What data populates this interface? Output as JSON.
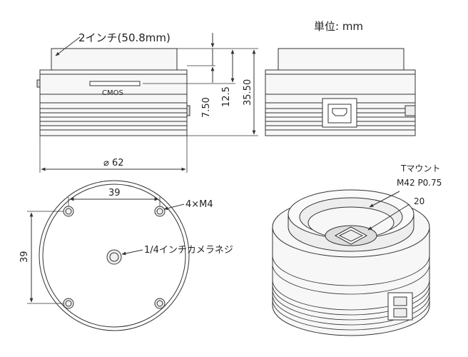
{
  "unit_label": "単位: mm",
  "side_view": {
    "sensor_size_label": "2インチ(50.8mm)",
    "sensor_label": "CMOS",
    "dim_7_50": "7.50",
    "dim_12_5": "12.5",
    "dim_35_50": "35.50",
    "diameter_label": "⌀ 62"
  },
  "bottom_view": {
    "hole_spacing_h": "39",
    "hole_spacing_v": "39",
    "hole_label": "4×M4",
    "tripod_label": "1/4インチカメラネジ"
  },
  "iso_view": {
    "mount_label_1": "Tマウント",
    "mount_label_2": "M42 P0.75",
    "dim_20": "20"
  },
  "colors": {
    "line": "#333333",
    "fill_light": "#f7f7f7",
    "fill_mid": "#eeeeee"
  }
}
